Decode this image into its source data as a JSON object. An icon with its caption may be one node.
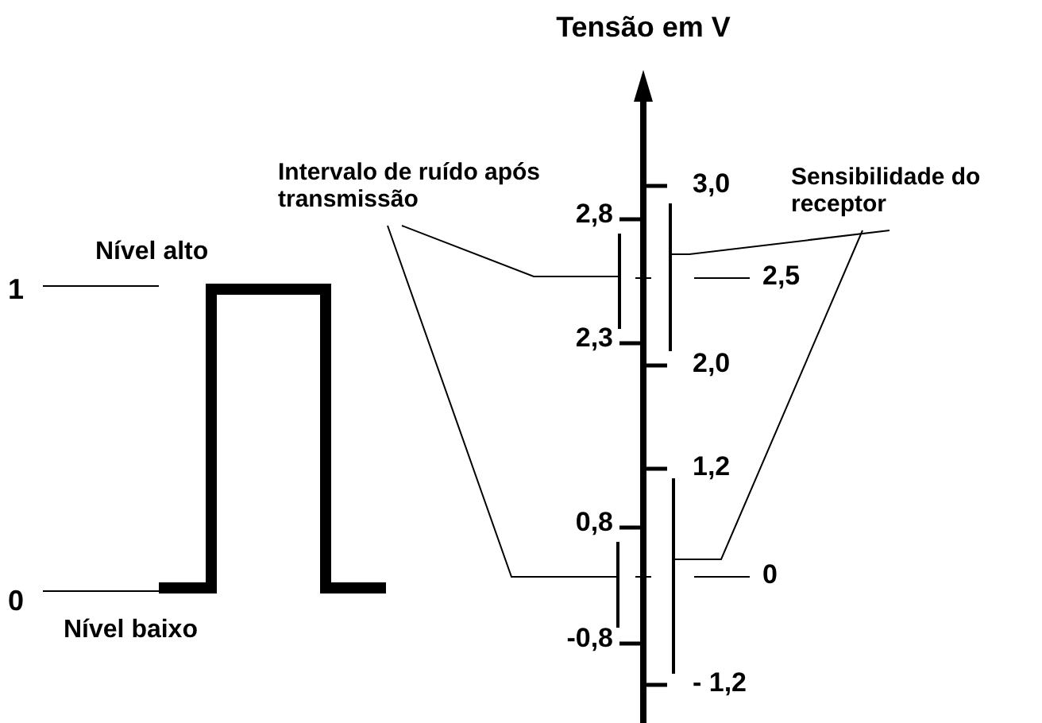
{
  "diagram": {
    "title": "Tensão em V",
    "nodes": [
      {
        "text": [
          "Intervalo de ruído após transmissão"
        ]
      },
      {
        "text": [
          "Sensibilidade do receptor"
        ]
      },
      {
        "text": [],
        "shape": "bar"
      },
      {
        "text": [],
        "shape": "bar"
      },
      {
        "text": [],
        "shape": "bar"
      },
      {
        "text": [],
        "shape": "bar"
      },
      {
        "text": [
          "1"
        ]
      },
      {
        "text": [
          "0"
        ]
      },
      {
        "text": [],
        "shape": "picture"
      }
    ],
    "edges": [
      {
        "from": 0,
        "to": 2,
        "arrow": "none"
      },
      {
        "from": 0,
        "to": 3,
        "arrow": "none"
      },
      {
        "from": 1,
        "to": 4,
        "arrow": "none"
      },
      {
        "from": 1,
        "to": 5,
        "arrow": "none"
      },
      {
        "from": 6,
        "to": 8,
        "arrow": "none"
      },
      {
        "from": 7,
        "to": 8,
        "arrow": "none"
      }
    ],
    "labels": [
      "Nível alto",
      "Nível baixo",
      "3,0",
      "2,8",
      "2,5",
      "2,3",
      "2,0",
      "1,2",
      "0,8",
      "0",
      "-0,8",
      "- 1,2"
    ]
  }
}
